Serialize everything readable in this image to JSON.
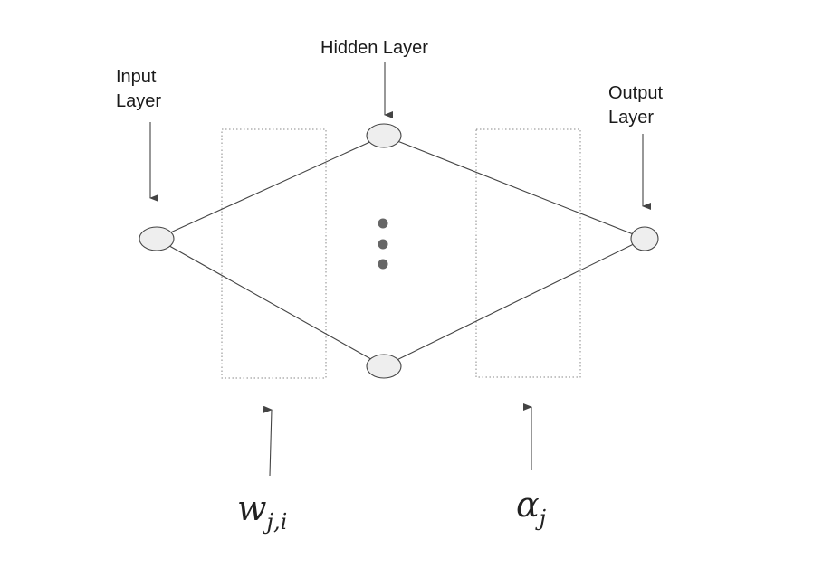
{
  "labels": {
    "input_line1": "Input",
    "input_line2": "Layer",
    "hidden": "Hidden Layer",
    "output_line1": "Output",
    "output_line2": "Layer"
  },
  "weights": {
    "w_symbol": "w",
    "w_subscript": "j,i",
    "alpha_symbol": "α",
    "alpha_subscript": "j"
  },
  "colors": {
    "stroke": "#444444",
    "node_fill": "#eeeeee",
    "dot_fill": "#666666",
    "box_stroke": "#888888"
  }
}
